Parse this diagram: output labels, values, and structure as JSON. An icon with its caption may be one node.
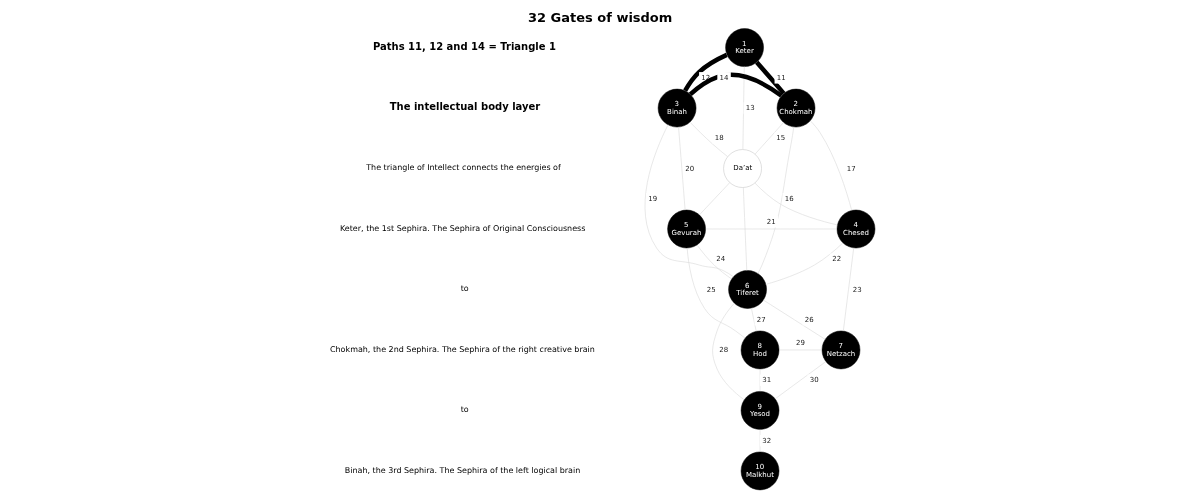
{
  "diagram": {
    "title": "32 Gates of wisdom",
    "nodes": [
      {
        "text": [
          "1",
          "Keter"
        ]
      },
      {
        "text": [
          "3",
          "Binah"
        ]
      },
      {
        "text": [
          "2",
          "Chokmah"
        ]
      },
      {
        "text": [
          "Da’at"
        ]
      },
      {
        "text": [
          "5",
          "Gevurah"
        ]
      },
      {
        "text": [
          "4",
          "Chesed"
        ]
      },
      {
        "text": [
          "6",
          "Tiferet"
        ]
      },
      {
        "text": [
          "8",
          "Hod"
        ]
      },
      {
        "text": [
          "7",
          "Netzach"
        ]
      },
      {
        "text": [
          "9",
          "Yesod"
        ]
      },
      {
        "text": [
          "10",
          "Malkhut"
        ]
      }
    ],
    "edges": [
      {
        "from": 0,
        "to": 2,
        "arrow": "none",
        "label": "11",
        "style": "thick",
        "color": "#000000"
      },
      {
        "from": 0,
        "to": 1,
        "arrow": "none",
        "label": "12",
        "style": "thick",
        "color": "#000000"
      },
      {
        "from": 0,
        "to": 3,
        "arrow": "none",
        "label": "13"
      },
      {
        "from": 1,
        "to": 2,
        "arrow": "none",
        "label": "14",
        "style": "thick",
        "color": "#000000"
      },
      {
        "from": 2,
        "to": 3,
        "arrow": "none",
        "label": "15"
      },
      {
        "from": 2,
        "to": 6,
        "arrow": "none",
        "label": "16"
      },
      {
        "from": 2,
        "to": 5,
        "arrow": "none",
        "label": "17"
      },
      {
        "from": 1,
        "to": 3,
        "arrow": "none",
        "label": "18"
      },
      {
        "from": 1,
        "to": 6,
        "arrow": "none",
        "label": "19"
      },
      {
        "from": 1,
        "to": 4,
        "arrow": "none",
        "label": "20"
      },
      {
        "from": 3,
        "to": 4,
        "arrow": "none"
      },
      {
        "from": 3,
        "to": 5,
        "arrow": "none"
      },
      {
        "from": 3,
        "to": 6,
        "arrow": "none"
      },
      {
        "from": 4,
        "to": 5,
        "arrow": "none",
        "label": "21"
      },
      {
        "from": 5,
        "to": 6,
        "arrow": "none",
        "label": "22"
      },
      {
        "from": 5,
        "to": 8,
        "arrow": "none",
        "label": "23"
      },
      {
        "from": 4,
        "to": 6,
        "arrow": "none",
        "label": "24"
      },
      {
        "from": 4,
        "to": 7,
        "arrow": "none",
        "label": "25"
      },
      {
        "from": 6,
        "to": 8,
        "arrow": "none",
        "label": "26"
      },
      {
        "from": 6,
        "to": 7,
        "arrow": "none",
        "label": "27"
      },
      {
        "from": 6,
        "to": 9,
        "arrow": "none",
        "label": "28"
      },
      {
        "from": 7,
        "to": 8,
        "arrow": "none",
        "label": "29"
      },
      {
        "from": 8,
        "to": 9,
        "arrow": "none",
        "label": "30"
      },
      {
        "from": 7,
        "to": 9,
        "arrow": "none",
        "label": "31"
      },
      {
        "from": 9,
        "to": 10,
        "arrow": "none",
        "label": "32"
      }
    ],
    "labels": [
      "Paths 11, 12 and 14 = Triangle 1",
      "The intellectual body layer",
      "The triangle of Intellect connects the energies of",
      "Keter, the 1st Sephira. The Sephira of Original Consciousness",
      "to",
      "Chokmah, the 2nd Sephira. The Sephira of the right creative brain",
      "to",
      "Binah, the 3rd Sephira. The Sephira of the left logical brain"
    ]
  }
}
